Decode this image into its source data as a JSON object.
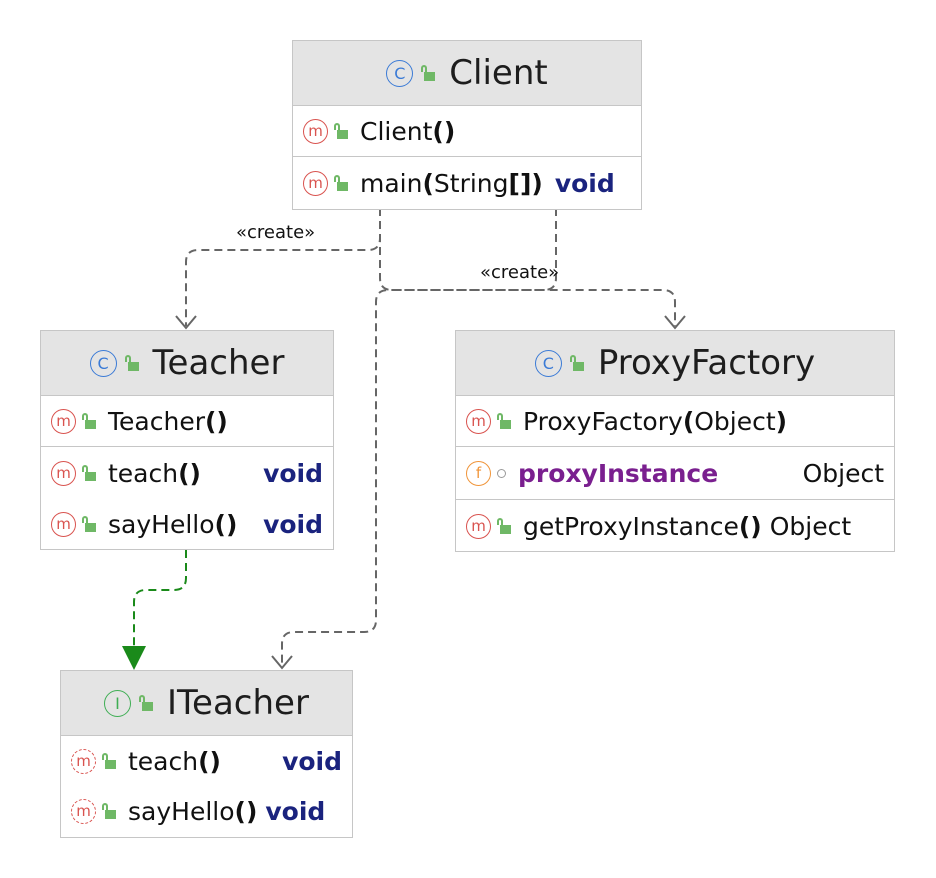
{
  "stereotype_label": "«create»",
  "classes": {
    "client": {
      "name": "Client",
      "kind": "class",
      "members": [
        {
          "icon": "method",
          "name": "Client",
          "params": "()",
          "type": ""
        },
        {
          "icon": "method",
          "name": "main",
          "params_open": "(",
          "param_type": "String",
          "param_brackets": "[]",
          "params_close": ")",
          "type": "void"
        }
      ]
    },
    "teacher": {
      "name": "Teacher",
      "kind": "class",
      "members": [
        {
          "icon": "method",
          "name": "Teacher",
          "params": "()",
          "type": ""
        },
        {
          "icon": "method",
          "name": "teach",
          "params": "()",
          "type": "void"
        },
        {
          "icon": "method",
          "name": "sayHello",
          "params": "()",
          "type": "void"
        }
      ]
    },
    "proxy_factory": {
      "name": "ProxyFactory",
      "kind": "class",
      "members": [
        {
          "icon": "method",
          "name": "ProxyFactory",
          "params_open": "(",
          "param_type": "Object",
          "params_close": ")",
          "type": ""
        },
        {
          "icon": "field",
          "name": "proxyInstance",
          "type": "Object"
        },
        {
          "icon": "method",
          "name": "getProxyInstance",
          "params": "()",
          "type": "Object"
        }
      ]
    },
    "iteacher": {
      "name": "ITeacher",
      "kind": "interface",
      "members": [
        {
          "icon": "abstract-method",
          "name": "teach",
          "params": "()",
          "type": "void"
        },
        {
          "icon": "abstract-method",
          "name": "sayHello",
          "params": "()",
          "type": "void"
        }
      ]
    }
  },
  "icons": {
    "class_letter": "C",
    "interface_letter": "I",
    "method_letter": "m",
    "field_letter": "f"
  },
  "colors": {
    "dependency_arrow": "#666666",
    "realization_arrow": "#1a8a1a",
    "header_bg": "#e4e4e4",
    "keyword": "#1a237e",
    "field": "#7a1f8f"
  }
}
